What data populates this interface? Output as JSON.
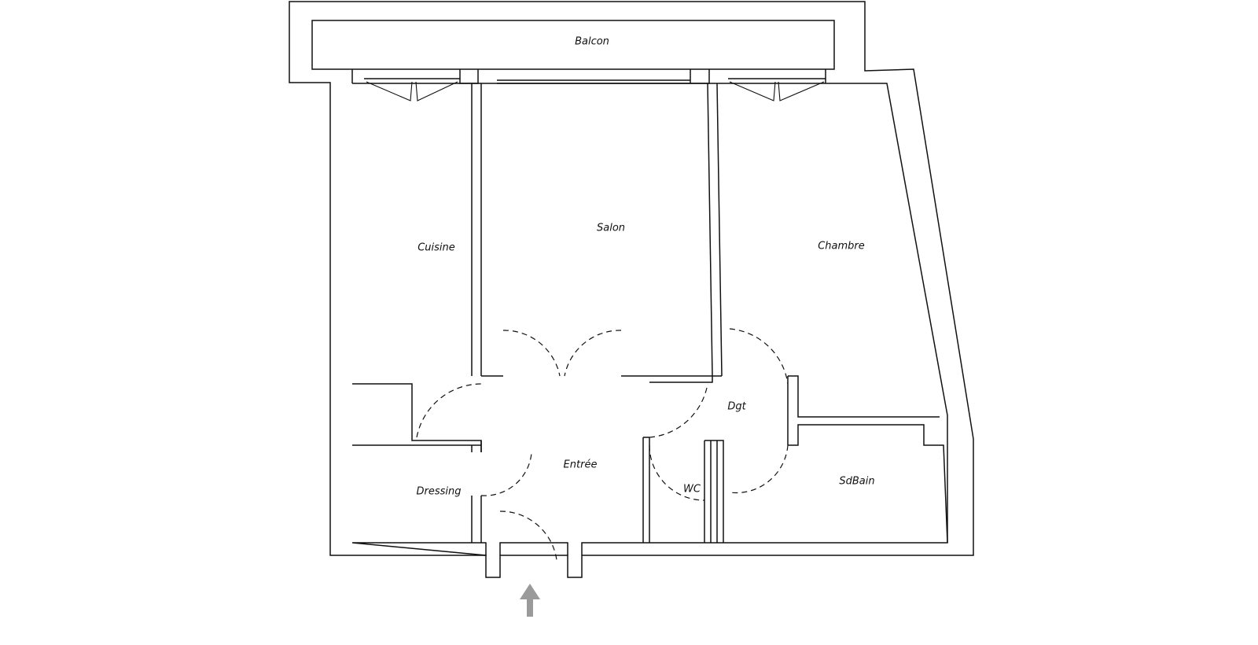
{
  "rooms": {
    "balcon": "Balcon",
    "cuisine": "Cuisine",
    "salon": "Salon",
    "chambre": "Chambre",
    "dgt": "Dgt",
    "entree": "Entrée",
    "dressing": "Dressing",
    "wc": "WC",
    "sdbain": "SdBain"
  },
  "colors": {
    "line": "#111111",
    "entrance_arrow": "#9a9a9a"
  },
  "icons": {
    "entrance": "arrow-up-icon"
  }
}
